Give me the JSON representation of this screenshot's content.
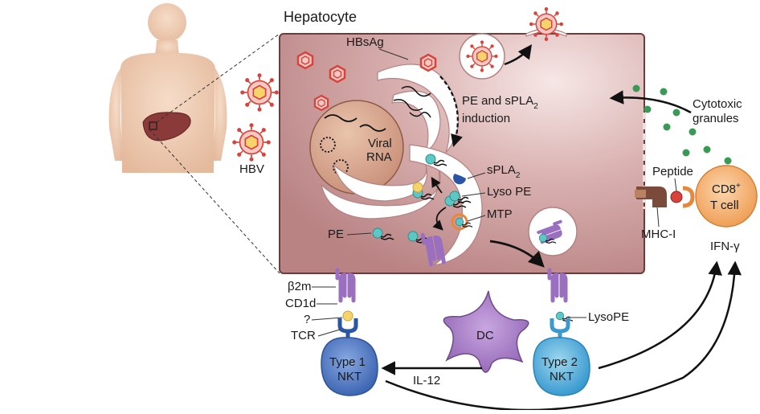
{
  "title": "Hepatocyte",
  "labels": {
    "hbsag": "HBsAg",
    "hbv": "HBV",
    "viral_rna_1": "Viral",
    "viral_rna_2": "RNA",
    "pe_spla2_line1": "PE and sPLA",
    "pe_spla2_sub": "2",
    "pe_spla2_line2": "induction",
    "spla2": "sPLA",
    "spla2_sub": "2",
    "lyso_pe": "Lyso PE",
    "mtp": "MTP",
    "pe": "PE",
    "cytotoxic_1": "Cytotoxic",
    "cytotoxic_2": "granules",
    "peptide": "Peptide",
    "cd8_1": "CD8",
    "cd8_sup": "+",
    "cd8_2": "T cell",
    "mhc": "MHC-I",
    "ifn": "IFN-γ",
    "b2m": "β2m",
    "cd1d": "CD1d",
    "question": "?",
    "tcr": "TCR",
    "dc": "DC",
    "il12": "IL-12",
    "lysope": "LysoPE",
    "type1_1": "Type 1",
    "type1_2": "NKT",
    "type2_1": "Type 2",
    "type2_2": "NKT"
  },
  "colors": {
    "cell_fill": "#c99a9a",
    "cell_stroke": "#6e3b3b",
    "virus": "#d8443c",
    "lipid": "#5cc7c4",
    "granule": "#3a9a55",
    "purple": "#9b6fc0",
    "nkt1": "#4b77c2",
    "nkt2": "#4aa8d8",
    "cd8": "#f3b77a"
  }
}
